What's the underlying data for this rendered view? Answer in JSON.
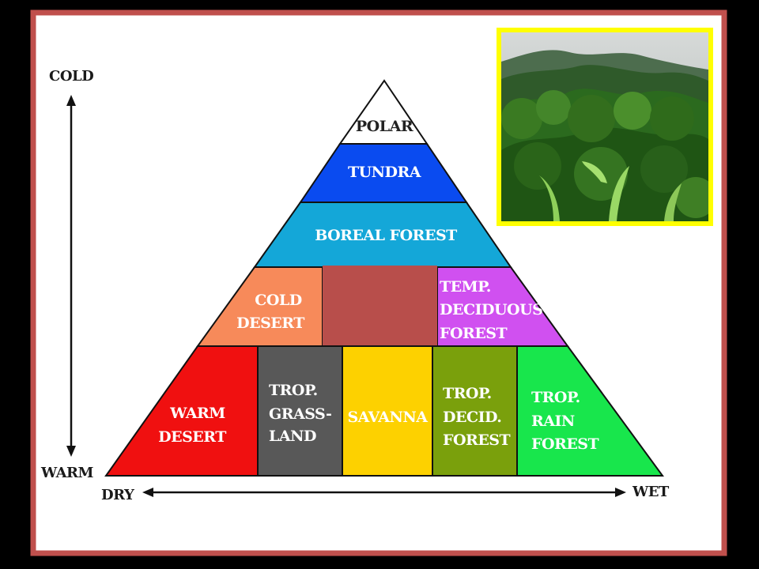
{
  "axes": {
    "cold": "COLD",
    "warm": "WARM",
    "dry": "DRY",
    "wet": "WET"
  },
  "biomes": {
    "polar": "POLAR",
    "tundra": "TUNDRA",
    "boreal_forest": "BOREAL FOREST",
    "cold_desert": [
      "COLD",
      "DESERT"
    ],
    "temp_deciduous_forest": [
      "TEMP.",
      "DECIDUOUS",
      "FOREST"
    ],
    "warm_desert": [
      "WARM",
      "DESERT"
    ],
    "trop_grassland": [
      "TROP.",
      "GRASS-",
      "LAND"
    ],
    "savanna": "SAVANNA",
    "trop_decid_forest": [
      "TROP.",
      "DECID.",
      "FOREST"
    ],
    "trop_rain_forest": [
      "TROP.",
      "RAIN",
      "FOREST"
    ]
  },
  "colors": {
    "frame": "#c0504d",
    "polar": "#ffffff",
    "tundra": "#0a4bf0",
    "boreal_forest": "#14a7d8",
    "cold_desert": "#f78a5a",
    "temp_deciduous_forest": "#d050f0",
    "hidden_box": "#b84e4b",
    "warm_desert": "#f01010",
    "trop_grassland": "#585858",
    "savanna": "#fdd100",
    "trop_decid_forest": "#7aa00c",
    "trop_rain_forest": "#18e64c",
    "photo_border": "#ffff00"
  }
}
